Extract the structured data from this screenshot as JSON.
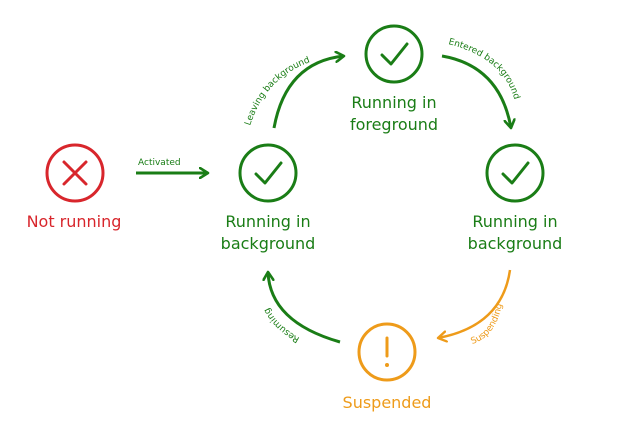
{
  "colors": {
    "green": "#1a7d16",
    "red": "#d8262c",
    "orange": "#ee9b1a"
  },
  "states": {
    "not_running": {
      "label": "Not running",
      "icon": "x-mark-icon"
    },
    "background_left": {
      "line1": "Running in",
      "line2": "background",
      "icon": "checkmark-icon"
    },
    "foreground": {
      "line1": "Running in",
      "line2": "foreground",
      "icon": "checkmark-icon"
    },
    "background_right": {
      "line1": "Running in",
      "line2": "background",
      "icon": "checkmark-icon"
    },
    "suspended": {
      "label": "Suspended",
      "icon": "exclamation-icon"
    }
  },
  "transitions": {
    "activated": "Activated",
    "leaving_background": "Leaving background",
    "entered_background": "Entered background",
    "suspending": "Suspending",
    "resuming": "Resuming"
  }
}
